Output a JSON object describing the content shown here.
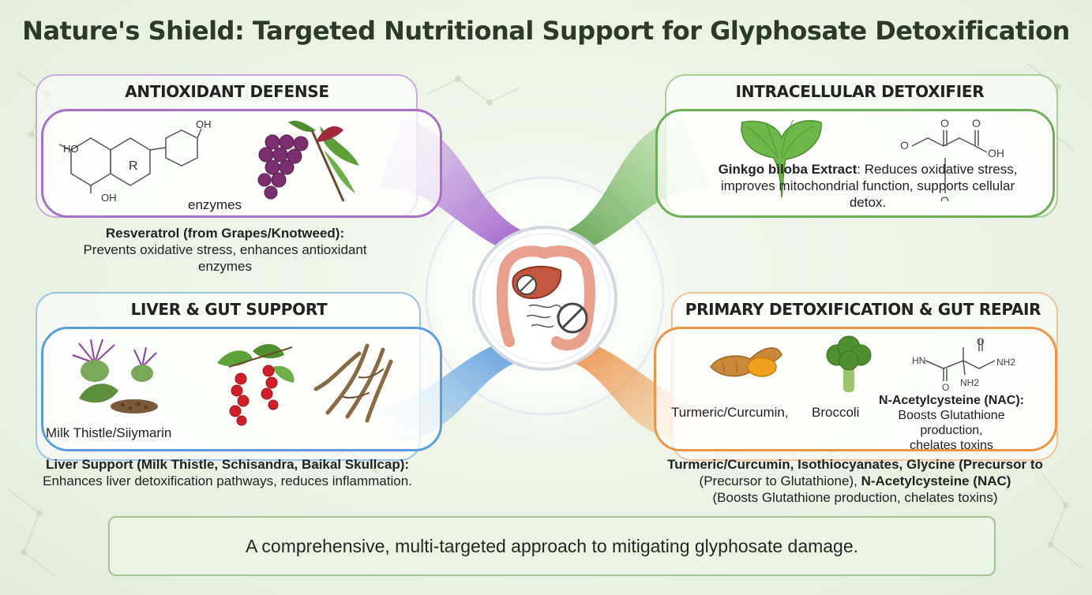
{
  "title": "Nature's Shield: Targeted Nutritional Support for Glyphosate Detoxification",
  "antioxidant": {
    "heading": "ANTIOXIDANT DEFENSE",
    "molecule_labels": [
      "HO",
      "OH",
      "OH",
      "R"
    ],
    "inner_label": "enzymes",
    "caption_bold": "Resveratrol (from Grapes/Knotweed):",
    "caption_line1": "Prevents oxidative stress, enhances antioxidant",
    "caption_line2": "enzymes"
  },
  "intracellular": {
    "heading": "INTRACELLULAR DETOXIFIER",
    "molecule_labels": [
      "O",
      "O",
      "O",
      "OH",
      "O"
    ],
    "text_bold": "Ginkgo biloba Extract",
    "text_line1": ": Reduces oxidative stress,",
    "text_line2": "improves mitochondrial function, supports cellular",
    "text_line3": "detox."
  },
  "liver": {
    "heading": "LIVER & GUT SUPPORT",
    "inner_label": "Milk Thistle/Siiymarin",
    "caption_bold": "Liver Support (Milk Thistle, Schisandra, Baikal Skullcap):",
    "caption_line1": "Enhances liver detoxification pathways, reduces inflammation."
  },
  "primary": {
    "heading": "PRIMARY DETOXIFICATION & GUT REPAIR",
    "molecule_labels": [
      "HN",
      "O",
      "O",
      "NH2",
      "NH2"
    ],
    "label_turmeric": "Turmeric/Curcumin,",
    "label_broccoli": "Broccoli",
    "nac_bold": "N-Acetylcysteine (NAC):",
    "nac_line1": "Boosts Glutathione production,",
    "nac_line2": "chelates toxins",
    "caption_line1": "Turmeric/Curcumin, Isothiocyanates, Glycine (Precursor to",
    "caption_line2a": "(Precursor to Glutathione), ",
    "caption_line2b": "N-Acetylcysteine (NAC)",
    "caption_line3": "(Boosts Glutathione production, chelates toxins)"
  },
  "footer": "A comprehensive, multi-targeted approach to mitigating glyphosate damage.",
  "colors": {
    "purple": "#9b5cc4",
    "green": "#4f9a3c",
    "blue": "#4a90d9",
    "orange": "#e8862e"
  }
}
